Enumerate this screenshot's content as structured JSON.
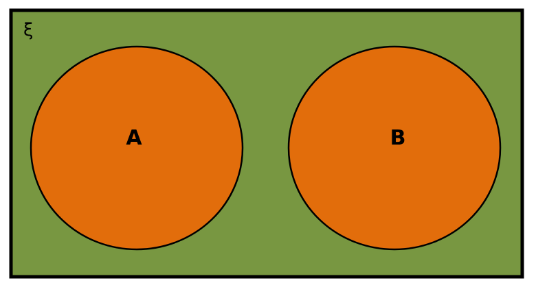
{
  "diagram": {
    "type": "venn",
    "universe": {
      "label": "ξ",
      "fill": "#789741",
      "stroke": "#000000"
    },
    "sets": [
      {
        "id": "a",
        "label": "A",
        "fill": "#e26d0b",
        "stroke": "#000000"
      },
      {
        "id": "b",
        "label": "B",
        "fill": "#e26d0b",
        "stroke": "#000000"
      }
    ],
    "relationship": "disjoint"
  }
}
